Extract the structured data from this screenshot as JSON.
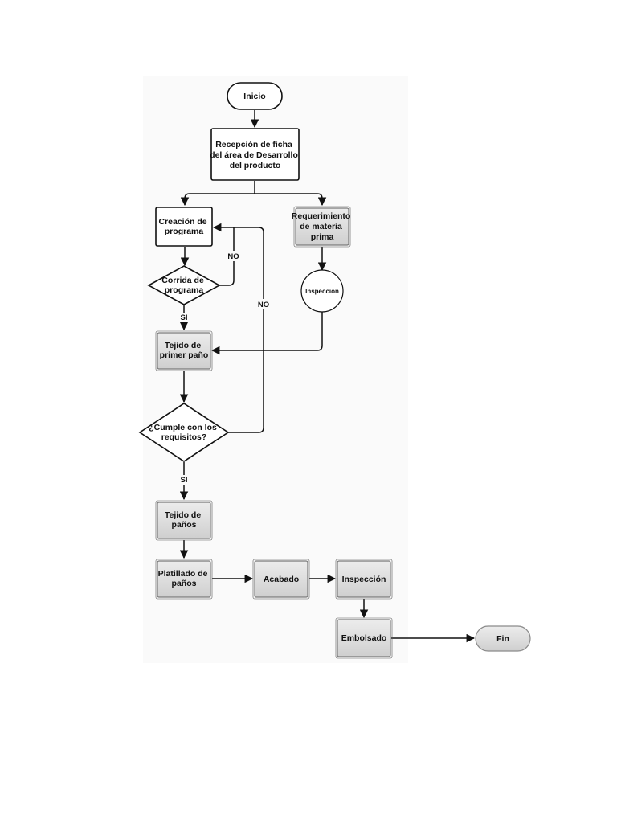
{
  "nodes": {
    "inicio": "Inicio",
    "recepcion": [
      "Recepción de ficha",
      "del área de Desarrollo",
      "del producto"
    ],
    "creacion": [
      "Creación de",
      "programa"
    ],
    "requerimiento": [
      "Requerimiento",
      "de materia",
      "prima"
    ],
    "corrida": [
      "Corrida de",
      "programa"
    ],
    "inspeccion_circle": "Inspección",
    "tejido_primer": [
      "Tejido de",
      "primer paño"
    ],
    "cumple": [
      "¿Cumple con los",
      "requisitos?"
    ],
    "tejido_panos": [
      "Tejido de",
      "paños"
    ],
    "platillado": [
      "Platillado de",
      "paños"
    ],
    "acabado": "Acabado",
    "inspeccion_box": "Inspección",
    "embolsado": "Embolsado",
    "fin": "Fin"
  },
  "branch_labels": {
    "corrida_no": "NO",
    "corrida_si": "SI",
    "cumple_no": "NO",
    "cumple_si": "SI"
  }
}
